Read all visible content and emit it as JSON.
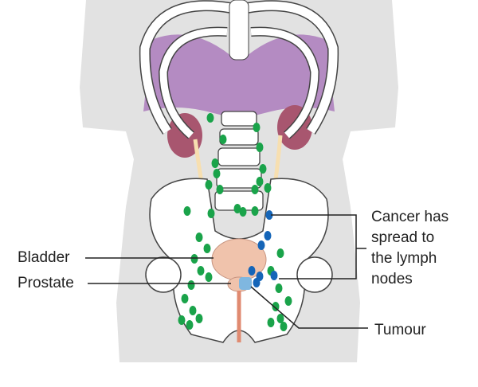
{
  "labels": {
    "bladder": "Bladder",
    "prostate": "Prostate",
    "tumour": "Tumour",
    "spread": [
      "Cancer has",
      "spread to",
      "the lymph",
      "nodes"
    ]
  },
  "colors": {
    "body": "#e2e2e2",
    "bone": "#ffffff",
    "bone_outline": "#444444",
    "lung_liver": "#b48bc2",
    "kidney": "#a8566f",
    "bladder": "#f0c3ac",
    "lymph_node": "#1aa34a",
    "cancer_node": "#1565b8",
    "tumour": "#7fb7e0",
    "ureter": "#f7dfb0"
  }
}
